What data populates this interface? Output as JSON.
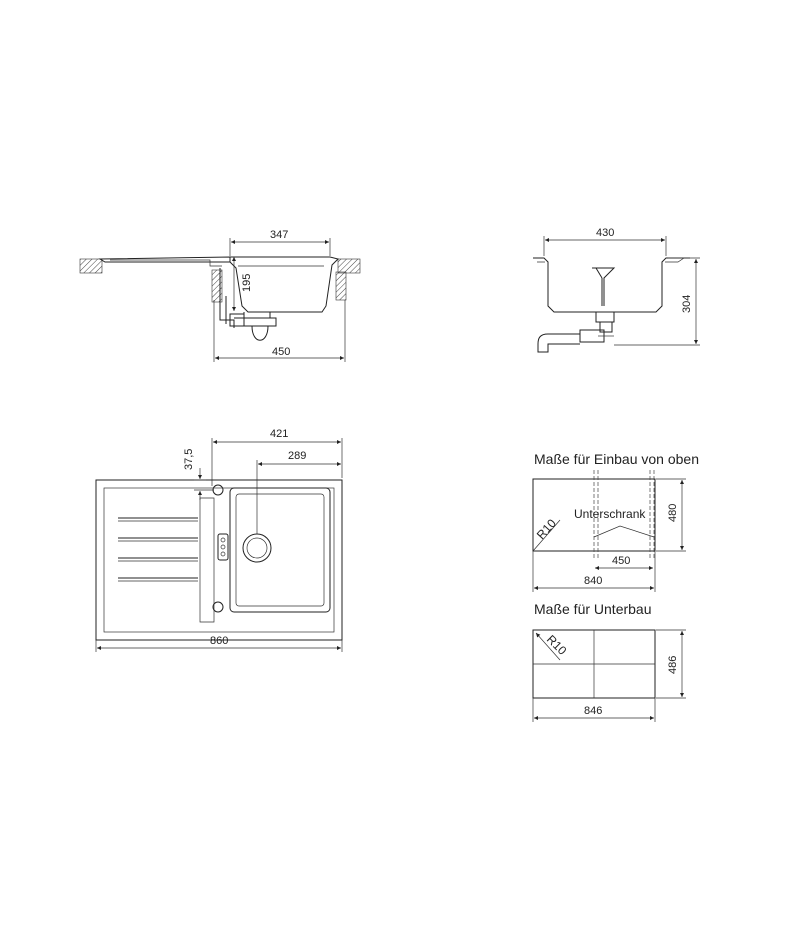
{
  "side_view_left": {
    "dim_basin_width": "347",
    "dim_depth": "195",
    "dim_overall_width": "450"
  },
  "side_view_right": {
    "dim_basin_width": "430",
    "dim_height": "304"
  },
  "top_view": {
    "dim_421": "421",
    "dim_289": "289",
    "dim_37_5": "37,5",
    "dim_860": "860"
  },
  "cutout_top_mount": {
    "heading": "Maße für Einbau von oben",
    "label_cabinet": "Unterschrank",
    "radius": "R10",
    "dim_450": "450",
    "dim_480": "480",
    "dim_840": "840"
  },
  "cutout_undermount": {
    "heading": "Maße für Unterbau",
    "radius": "R10",
    "dim_486": "486",
    "dim_846": "846"
  }
}
